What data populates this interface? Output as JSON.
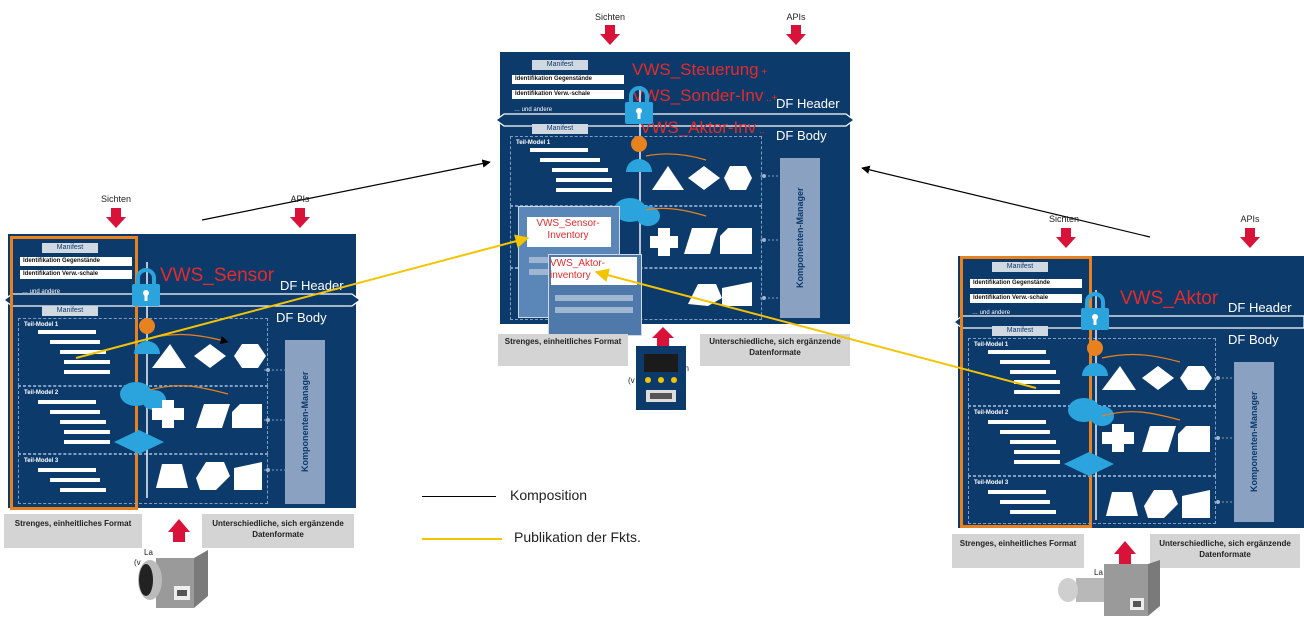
{
  "views_label": "Sichten",
  "apis_label": "APIs",
  "manifest_label": "Manifest",
  "ident_items": [
    "Identifikation Gegenstände",
    "Identifikation Verw.-schale"
  ],
  "and_others": "… und andere",
  "df_header": "DF  Header",
  "df_body": "DF  Body",
  "teil_models": [
    "Teil-Model 1",
    "Teil-Model 2",
    "Teil-Model 3"
  ],
  "komponenten_manager": "Komponenten-Manager",
  "strict_format": "Strenges, einheitliches Format",
  "other_formats": "Unterschiedliche, sich ergänzende Datenformate",
  "left": {
    "title": "VWS_Sensor",
    "partial_text": "La",
    "partial_text2": "(v"
  },
  "right": {
    "title": "VWS_Aktor",
    "partial_text": "La",
    "partial_text2": ")"
  },
  "center": {
    "titles": [
      "VWS_Steuerung",
      "VWS_Sonder-Inv",
      "VWS_Aktor-Inv"
    ],
    "title_suffixes": [
      " +",
      " ..+",
      " .."
    ],
    "inventory_sensor": "VWS_Sensor-Inventory",
    "inventory_aktor": "VWS_Aktor-inventory",
    "partial_text": "en",
    "partial_text2": "(v          d)"
  },
  "legend": {
    "composition": "Komposition",
    "publication": "Publikation der Fkts.",
    "composition_color": "#000000",
    "publication_color": "#f5c400"
  },
  "colors": {
    "panel": "#0c3a6b",
    "accent_red": "#d9123a",
    "title_red": "#e62a2a",
    "orange": "#e8821e",
    "lock_blue": "#2ba3dc"
  }
}
